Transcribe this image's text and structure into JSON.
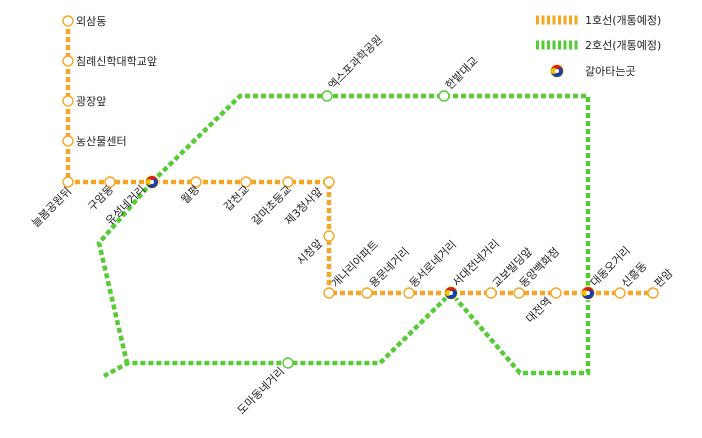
{
  "colors": {
    "line1": "#f5a623",
    "line2": "#55cc33",
    "station_fill": "#ffffff",
    "transfer_outer": "#cc2222",
    "transfer_inner": "#1a3ea8",
    "transfer_mid": "#f2c200"
  },
  "legend": {
    "line1_label": "1호선(개통예정)",
    "line2_label": "2호선(개통예정)",
    "transfer_label": "갈아타는곳",
    "transfer_icon": "transfer-taegeuk-icon"
  },
  "stations": {
    "oesamdong": "외삼동",
    "chimrye": "침례신학대학교앞",
    "gwangjang": "광장앞",
    "nongsanmul": "농산물센터",
    "neulbom": "늘봄공원뒤",
    "guamdong": "구암동",
    "yuseong": "유성네거리",
    "wolpyeong": "월평",
    "gapcheon": "갑천교",
    "galma": "갈마초등교",
    "je3cheongsa": "제3청사앞",
    "sicheong": "시청앞",
    "gaenari": "개나리아파트",
    "yongmun": "용문네거리",
    "dongseo": "동서로네거리",
    "seodae": "서대전네거리",
    "gyobo": "교보빌딩앞",
    "dongyang": "동양백화점",
    "daejeonyeok": "대전역",
    "daedong": "대동오거리",
    "sinheung": "신흥동",
    "panam": "판암",
    "expo": "엑스포과학공원",
    "hanbat": "한밭대교",
    "doma": "도마동네거리"
  }
}
